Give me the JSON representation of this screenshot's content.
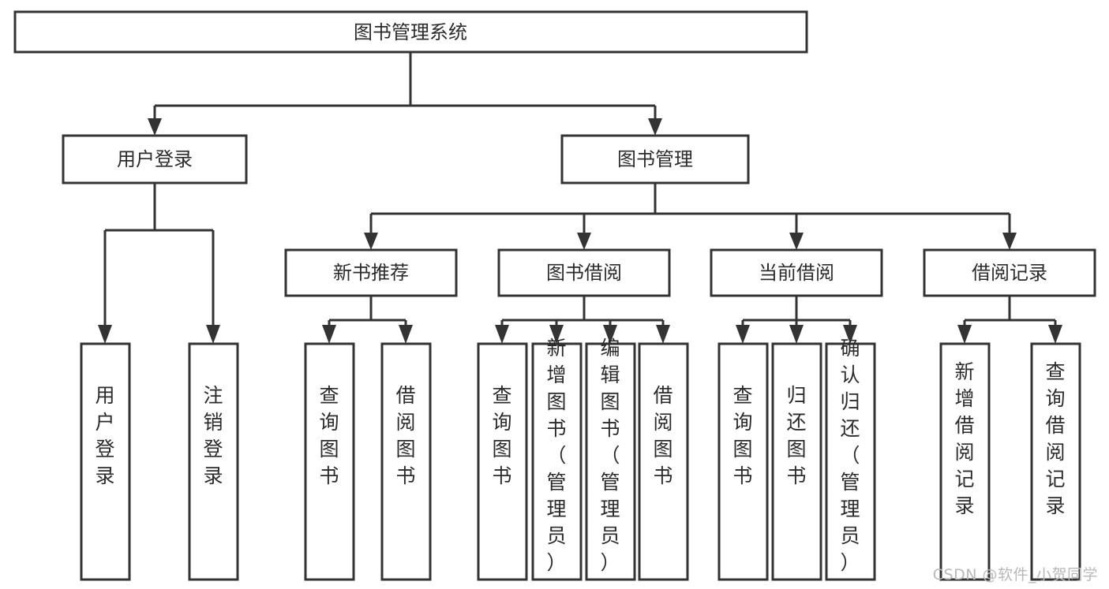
{
  "diagram": {
    "type": "tree-hierarchy",
    "orientation": "top-down",
    "title": "图书管理系统",
    "colors": {
      "background": "#ffffff",
      "box_fill": "#ffffff",
      "box_stroke": "#333333",
      "text": "#2b2b2b",
      "watermark": "#b9b9b9"
    },
    "root": {
      "label": "图书管理系统"
    },
    "level2": [
      {
        "label": "用户登录"
      },
      {
        "label": "图书管理"
      }
    ],
    "level3": [
      {
        "label": "新书推荐"
      },
      {
        "label": "图书借阅"
      },
      {
        "label": "当前借阅"
      },
      {
        "label": "借阅记录"
      }
    ],
    "leaves": {
      "user_login": [
        {
          "label": "用户登录"
        },
        {
          "label": "注销登录"
        }
      ],
      "new_book_recommend": [
        {
          "label": "查询图书"
        },
        {
          "label": "借阅图书"
        }
      ],
      "book_borrow": [
        {
          "label": "查询图书"
        },
        {
          "label": "新增图书（管理员）"
        },
        {
          "label": "编辑图书（管理员）"
        },
        {
          "label": "借阅图书"
        }
      ],
      "current_borrow": [
        {
          "label": "查询图书"
        },
        {
          "label": "归还图书"
        },
        {
          "label": "确认归还（管理员）"
        }
      ],
      "borrow_record": [
        {
          "label": "新增借阅记录"
        },
        {
          "label": "查询借阅记录"
        }
      ]
    }
  },
  "watermark": {
    "text": "CSDN @软件_小贺同学"
  }
}
